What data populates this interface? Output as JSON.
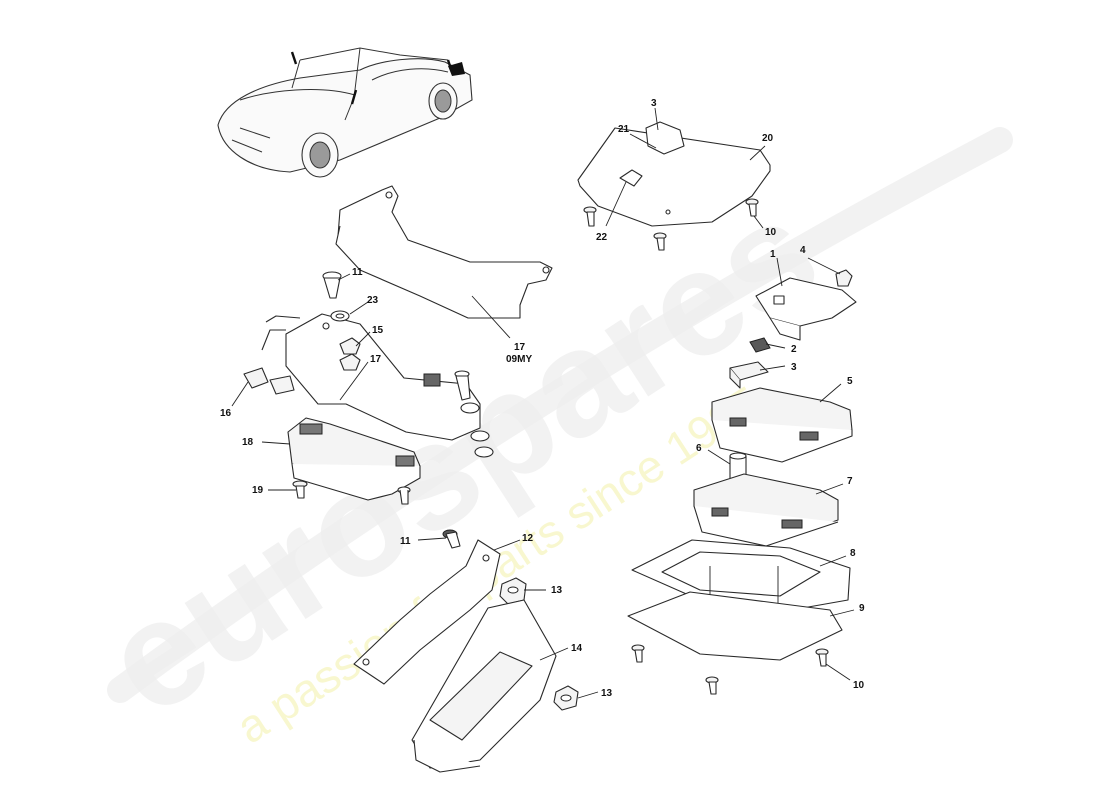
{
  "watermark": {
    "brand": "eurospares",
    "tagline": "a passion for parts since 1985"
  },
  "callouts": {
    "c1": "1",
    "c2": "2",
    "c3a": "3",
    "c3b": "3",
    "c4": "4",
    "c5": "5",
    "c6": "6",
    "c7": "7",
    "c8": "8",
    "c9": "9",
    "c10a": "10",
    "c10b": "10",
    "c11a": "11",
    "c11b": "11",
    "c12": "12",
    "c13a": "13",
    "c13b": "13",
    "c14": "14",
    "c15": "15",
    "c16": "16",
    "c17a": "17",
    "c17b": "17",
    "c17b_note": "09MY",
    "c18": "18",
    "c19": "19",
    "c20": "20",
    "c21": "21",
    "c22": "22",
    "c23": "23"
  }
}
